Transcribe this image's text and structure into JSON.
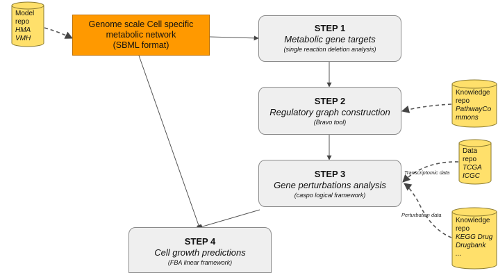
{
  "network": {
    "lines": [
      "Genome scale Cell specific",
      "metabolic network",
      "(SBML format)"
    ]
  },
  "steps": [
    {
      "title": "STEP 1",
      "subtitle": "Metabolic gene targets",
      "detail": "(single reaction deletion analysis)"
    },
    {
      "title": "STEP 2",
      "subtitle": "Regulatory graph construction",
      "detail": "(Bravo tool)"
    },
    {
      "title": "STEP 3",
      "subtitle": "Gene perturbations analysis",
      "detail": "(caspo logical framework)"
    },
    {
      "title": "STEP 4",
      "subtitle": "Cell growth predictions",
      "detail": "(FBA linear framework)"
    }
  ],
  "repos": {
    "model": {
      "lines": [
        "Model",
        "repo"
      ],
      "items": [
        "HMA",
        "VMH"
      ]
    },
    "knowledge1": {
      "lines": [
        "Knowledge",
        "repo"
      ],
      "items": [
        "PathwayCo",
        "mmons"
      ]
    },
    "data": {
      "lines": [
        "Data",
        "repo"
      ],
      "items": [
        "TCGA",
        "ICGC"
      ]
    },
    "knowledge2": {
      "lines": [
        "Knowledge",
        "repo"
      ],
      "items": [
        "KEGG Drug",
        "Drugbank",
        "..."
      ]
    }
  },
  "edge_labels": {
    "transcriptomic": "Transcriptomic data",
    "perturbation": "Perturbation data"
  },
  "colors": {
    "network_fill": "#ff9900",
    "repo_fill": "#ffe06b",
    "step_fill": "#efefef"
  }
}
